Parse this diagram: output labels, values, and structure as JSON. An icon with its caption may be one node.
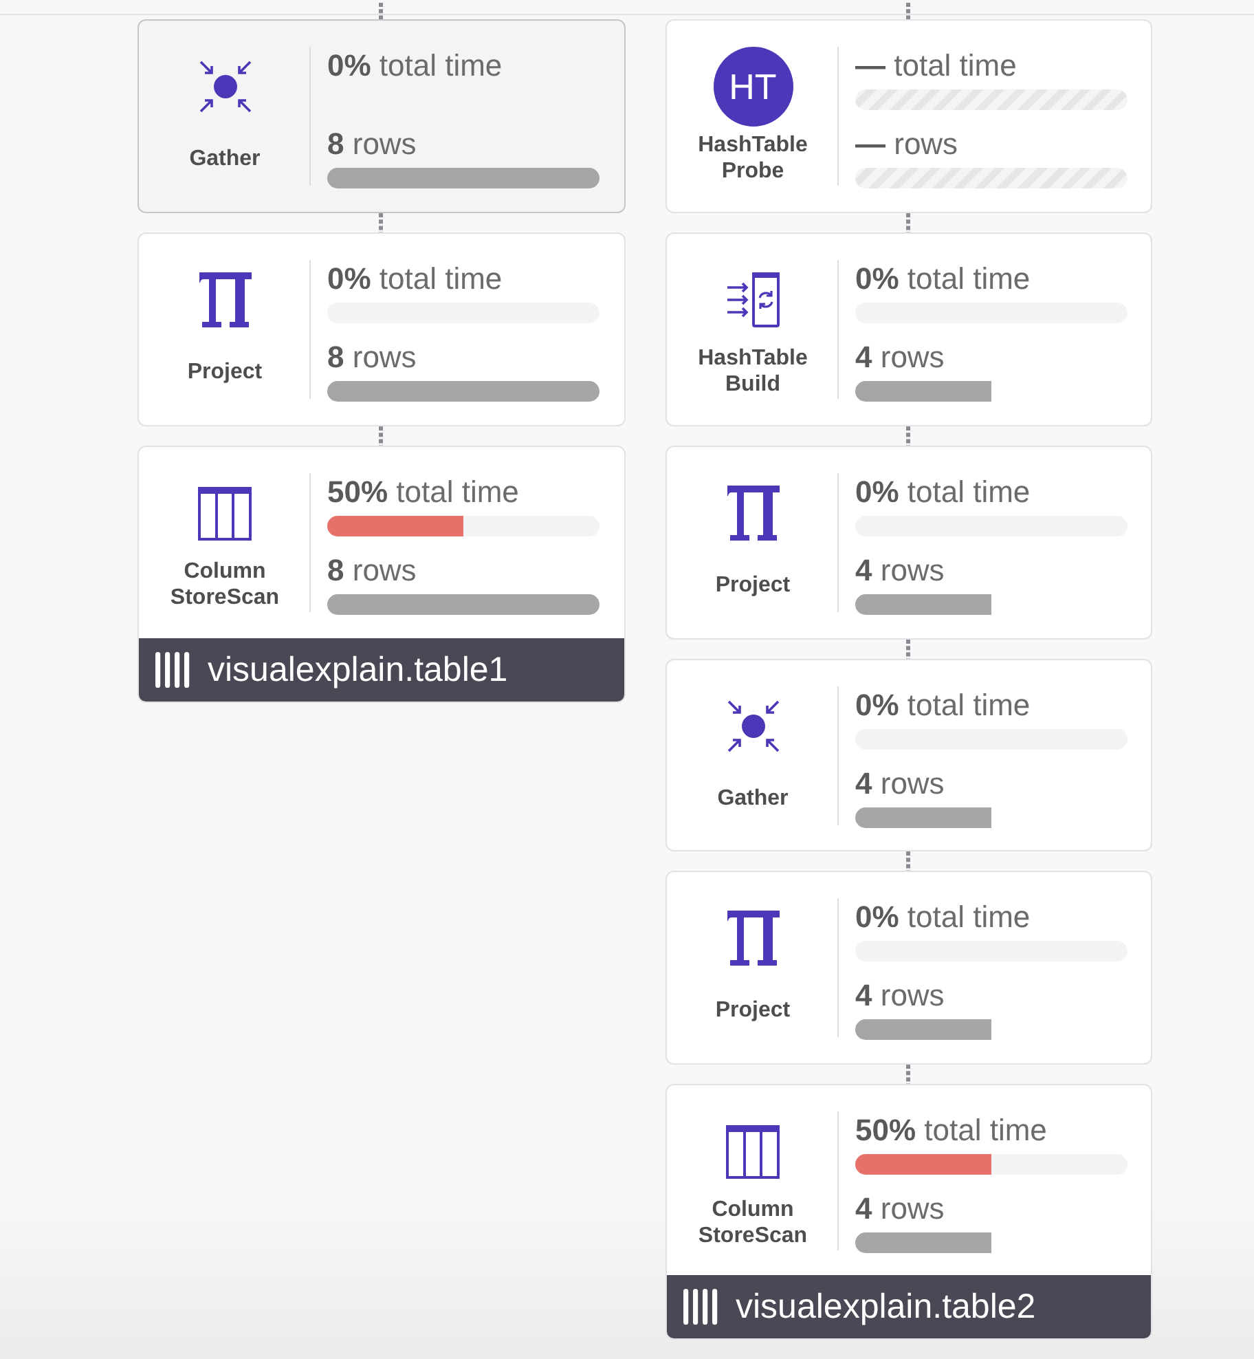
{
  "diagram": {
    "nodes": [
      {
        "text": [
          "Gather",
          "**0%** total time",
          "**8** rows"
        ]
      },
      {
        "text": [
          "Project",
          "**0%** total time",
          "**8** rows"
        ]
      },
      {
        "text": [
          "Column StoreScan",
          "**50%** total time",
          "**8** rows"
        ]
      },
      {
        "text": [
          "visualexplain.table1"
        ],
        "in": 2
      },
      {
        "text": [
          "HashTable Probe",
          "**—** total time",
          "**—** rows"
        ]
      },
      {
        "text": [
          "HT"
        ],
        "in": 4
      },
      {
        "text": [
          "HashTable Build",
          "**0%** total time",
          "**4** rows"
        ]
      },
      {
        "text": [
          "Project",
          "**0%** total time",
          "**4** rows"
        ]
      },
      {
        "text": [
          "Gather",
          "**0%** total time",
          "**4** rows"
        ]
      },
      {
        "text": [
          "Project",
          "**0%** total time",
          "**4** rows"
        ]
      },
      {
        "text": [
          "Column StoreScan",
          "**50%** total time",
          "**4** rows"
        ]
      },
      {
        "text": [
          "visualexplain.table2"
        ],
        "in": 10
      }
    ],
    "edges": [
      {
        "from": null,
        "to": 0,
        "arrow": "none",
        "style": "dashed"
      },
      {
        "from": 0,
        "to": 1,
        "arrow": "none",
        "style": "dashed"
      },
      {
        "from": 1,
        "to": 2,
        "arrow": "none",
        "style": "dashed"
      },
      {
        "from": null,
        "to": 4,
        "arrow": "none",
        "style": "dashed"
      },
      {
        "from": 4,
        "to": 6,
        "arrow": "none",
        "style": "dashed"
      },
      {
        "from": 6,
        "to": 7,
        "arrow": "none",
        "style": "dashed"
      },
      {
        "from": 7,
        "to": 8,
        "arrow": "none",
        "style": "dashed"
      },
      {
        "from": 8,
        "to": 9,
        "arrow": "none",
        "style": "dashed"
      },
      {
        "from": 9,
        "to": 10,
        "arrow": "none",
        "style": "dashed"
      }
    ]
  }
}
